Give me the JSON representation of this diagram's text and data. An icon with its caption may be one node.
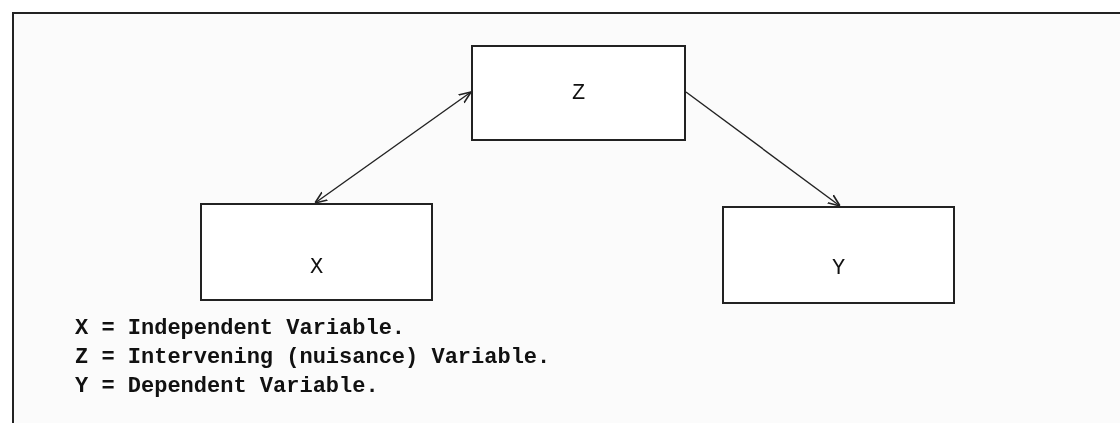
{
  "diagram": {
    "nodes": [
      {
        "text": [
          "Z"
        ]
      },
      {
        "text": [
          "X"
        ]
      },
      {
        "text": [
          "Y"
        ]
      }
    ],
    "edges": [
      {
        "from": 1,
        "to": 0,
        "arrow": "both"
      },
      {
        "from": 0,
        "to": 2,
        "arrow": "to"
      }
    ],
    "labels": [
      "X = Independent Variable.",
      "Z = Intervening (nuisance) Variable.",
      "Y = Dependent Variable."
    ]
  }
}
